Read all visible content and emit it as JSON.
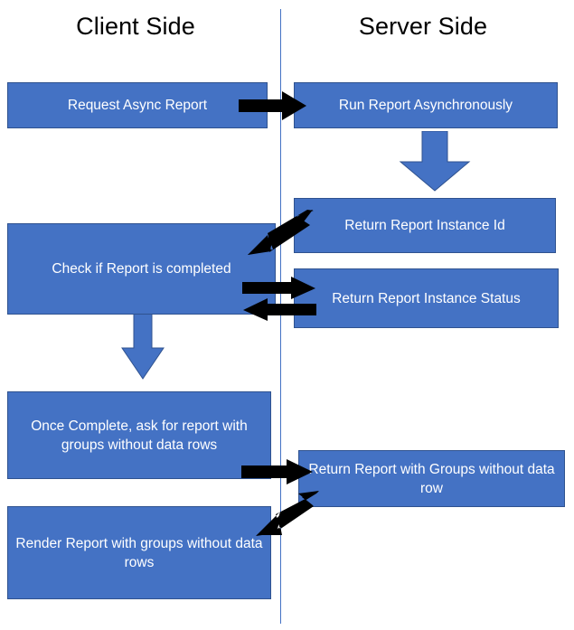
{
  "diagram": {
    "title_client": "Client Side",
    "title_server": "Server Side",
    "colors": {
      "box_fill": "#4472c4",
      "box_border": "#2f528f",
      "box_text": "#ffffff",
      "divider": "#4472c4",
      "arrow_black": "#000000",
      "background": "#ffffff"
    },
    "lanes": [
      {
        "id": "client",
        "label": "Client Side"
      },
      {
        "id": "server",
        "label": "Server Side"
      }
    ],
    "nodes": [
      {
        "id": "request-async-report",
        "lane": "client",
        "label": "Request Async Report"
      },
      {
        "id": "run-report-async",
        "lane": "server",
        "label": "Run Report Asynchronously"
      },
      {
        "id": "return-instance-id",
        "lane": "server",
        "label": "Return Report Instance Id"
      },
      {
        "id": "check-if-completed",
        "lane": "client",
        "label": "Check if Report is completed"
      },
      {
        "id": "return-instance-status",
        "lane": "server",
        "label": "Return Report Instance Status"
      },
      {
        "id": "once-complete",
        "lane": "client",
        "label": "Once Complete, ask for report with groups without data rows"
      },
      {
        "id": "return-report-groups",
        "lane": "server",
        "label": "Return Report with Groups without data row"
      },
      {
        "id": "render-report",
        "lane": "client",
        "label": "Render Report with groups without data rows"
      }
    ],
    "connectors": [
      {
        "id": "request-to-run",
        "from": "request-async-report",
        "to": "run-report-async",
        "style": "black",
        "direction": "right"
      },
      {
        "id": "run-to-instanceid",
        "from": "run-report-async",
        "to": "return-instance-id",
        "style": "blue",
        "direction": "down"
      },
      {
        "id": "instanceid-to-check",
        "from": "return-instance-id",
        "to": "check-if-completed",
        "style": "black",
        "direction": "down-left"
      },
      {
        "id": "check-to-status",
        "from": "check-if-completed",
        "to": "return-instance-status",
        "style": "black",
        "direction": "right"
      },
      {
        "id": "status-to-check",
        "from": "return-instance-status",
        "to": "check-if-completed",
        "style": "black",
        "direction": "left"
      },
      {
        "id": "check-to-once",
        "from": "check-if-completed",
        "to": "once-complete",
        "style": "blue",
        "direction": "down"
      },
      {
        "id": "once-to-returngroups",
        "from": "once-complete",
        "to": "return-report-groups",
        "style": "black",
        "direction": "right"
      },
      {
        "id": "returngroups-to-render",
        "from": "return-report-groups",
        "to": "render-report",
        "style": "black",
        "direction": "down-left"
      }
    ]
  }
}
